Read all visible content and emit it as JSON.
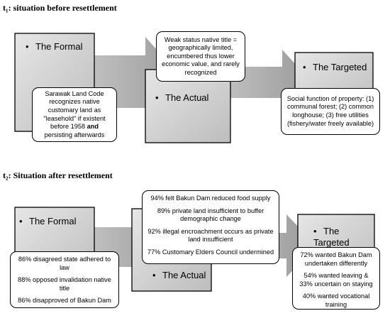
{
  "panel_before": {
    "heading": "t₁: situation before resettlement",
    "formal": {
      "title": "The Formal",
      "card_prefix": "Sarawak Land Code recognizes native customary land as \"leasehold\" if existent before 1958 ",
      "card_bold": "and",
      "card_suffix": " persisting afterwards"
    },
    "actual": {
      "title": "The Actual",
      "card": "Weak status native title = geographically limited, encumbered thus lower economic value, and rarely recognized"
    },
    "targeted": {
      "title": "The Targeted",
      "card": "Social function of property: (1) communal forest; (2) common longhouse; (3) free utilities (fishery/water freely available)"
    }
  },
  "panel_after": {
    "heading": "t₂: Situation after resettlement",
    "formal": {
      "title": "The Formal",
      "card_lines": [
        "86% disagreed state adhered to law",
        "88% opposed invalidation native title",
        "86% disapproved of Bakun Dam"
      ]
    },
    "actual": {
      "title": "The Actual",
      "card_lines": [
        "94% felt Bakun Dam reduced food supply",
        "89% private land insufficient to buffer demographic change",
        "92% illegal encroachment occurs as private land insufficient",
        "77% Customary Elders Council undermined"
      ]
    },
    "targeted": {
      "title": "The Targeted",
      "card_lines": [
        "72% wanted Bakun Dam undertaken differently",
        "54% wanted leaving & 33% uncertain on staying",
        "40% wanted vocational training"
      ]
    }
  },
  "colors": {
    "box_light": "#d9d9d9",
    "box_mid": "#c8c8c8",
    "box_dark": "#b0b0b0",
    "arrow": "#a6a6a6",
    "border": "#000000"
  }
}
